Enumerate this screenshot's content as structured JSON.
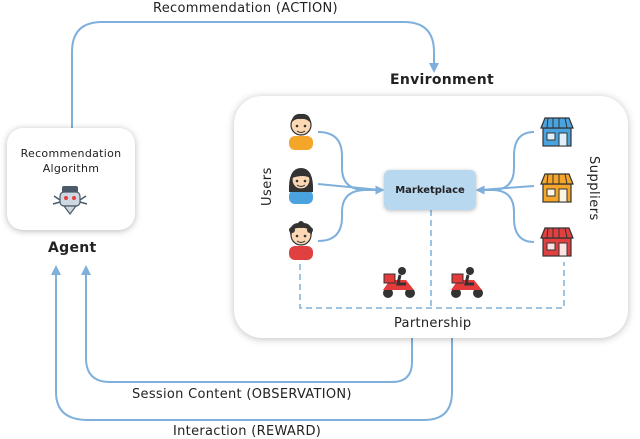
{
  "labels": {
    "action": "Recommendation (ACTION)",
    "environment": "Environment",
    "agent_box_text_line1": "Recommendation",
    "agent_box_text_line2": "Algorithm",
    "agent": "Agent",
    "users": "Users",
    "suppliers": "Suppliers",
    "marketplace": "Marketplace",
    "partnership": "Partnership",
    "observation": "Session Content (OBSERVATION)",
    "reward": "Interaction (REWARD)"
  },
  "colors": {
    "arrow": "#7fb0dc",
    "marketplace_fill": "#b8d8f0",
    "scooter_red": "#e53a3a",
    "user_orange": "#f4a62a",
    "user_blue": "#4aa3df",
    "user_red": "#e04040"
  },
  "icons": [
    "robot-icon",
    "user-icon",
    "store-icon",
    "delivery-scooter-icon"
  ]
}
